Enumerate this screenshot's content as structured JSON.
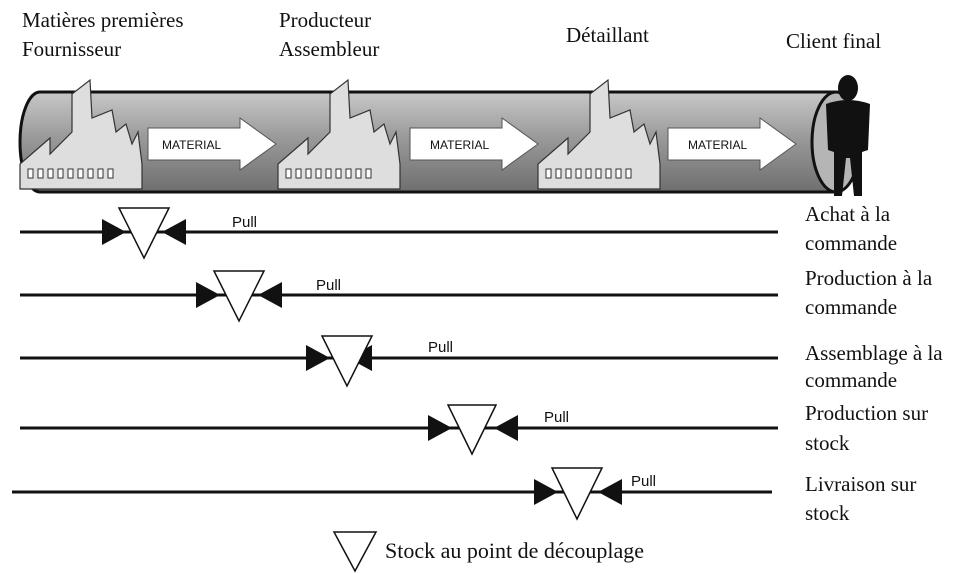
{
  "stages": [
    {
      "line1": "Matières premières",
      "line2": "Fournisseur"
    },
    {
      "line1": "Producteur",
      "line2": "Assembleur"
    },
    {
      "line1": "Détaillant",
      "line2": ""
    },
    {
      "line1": "Client final",
      "line2": ""
    }
  ],
  "flow": {
    "arrow_label": "MATERIAL",
    "arrow_count": 3
  },
  "strategies": [
    {
      "line1": "Achat à la",
      "line2": "commande",
      "pull_label": "Pull"
    },
    {
      "line1": "Production à la",
      "line2": "commande",
      "pull_label": "Pull"
    },
    {
      "line1": "Assemblage à la",
      "line2": "commande",
      "pull_label": "Pull"
    },
    {
      "line1": "Production sur",
      "line2": "stock",
      "pull_label": "Pull"
    },
    {
      "line1": "Livraison sur",
      "line2": "stock",
      "pull_label": "Pull"
    }
  ],
  "legend": {
    "text": "Stock au point de découplage",
    "icon": "decoupling-stock-triangle-icon"
  },
  "colors": {
    "ink": "#111111",
    "pipe_fill": "#9a9a9a",
    "factory_fill": "#dedede",
    "arrow_fill": "#ffffff"
  }
}
